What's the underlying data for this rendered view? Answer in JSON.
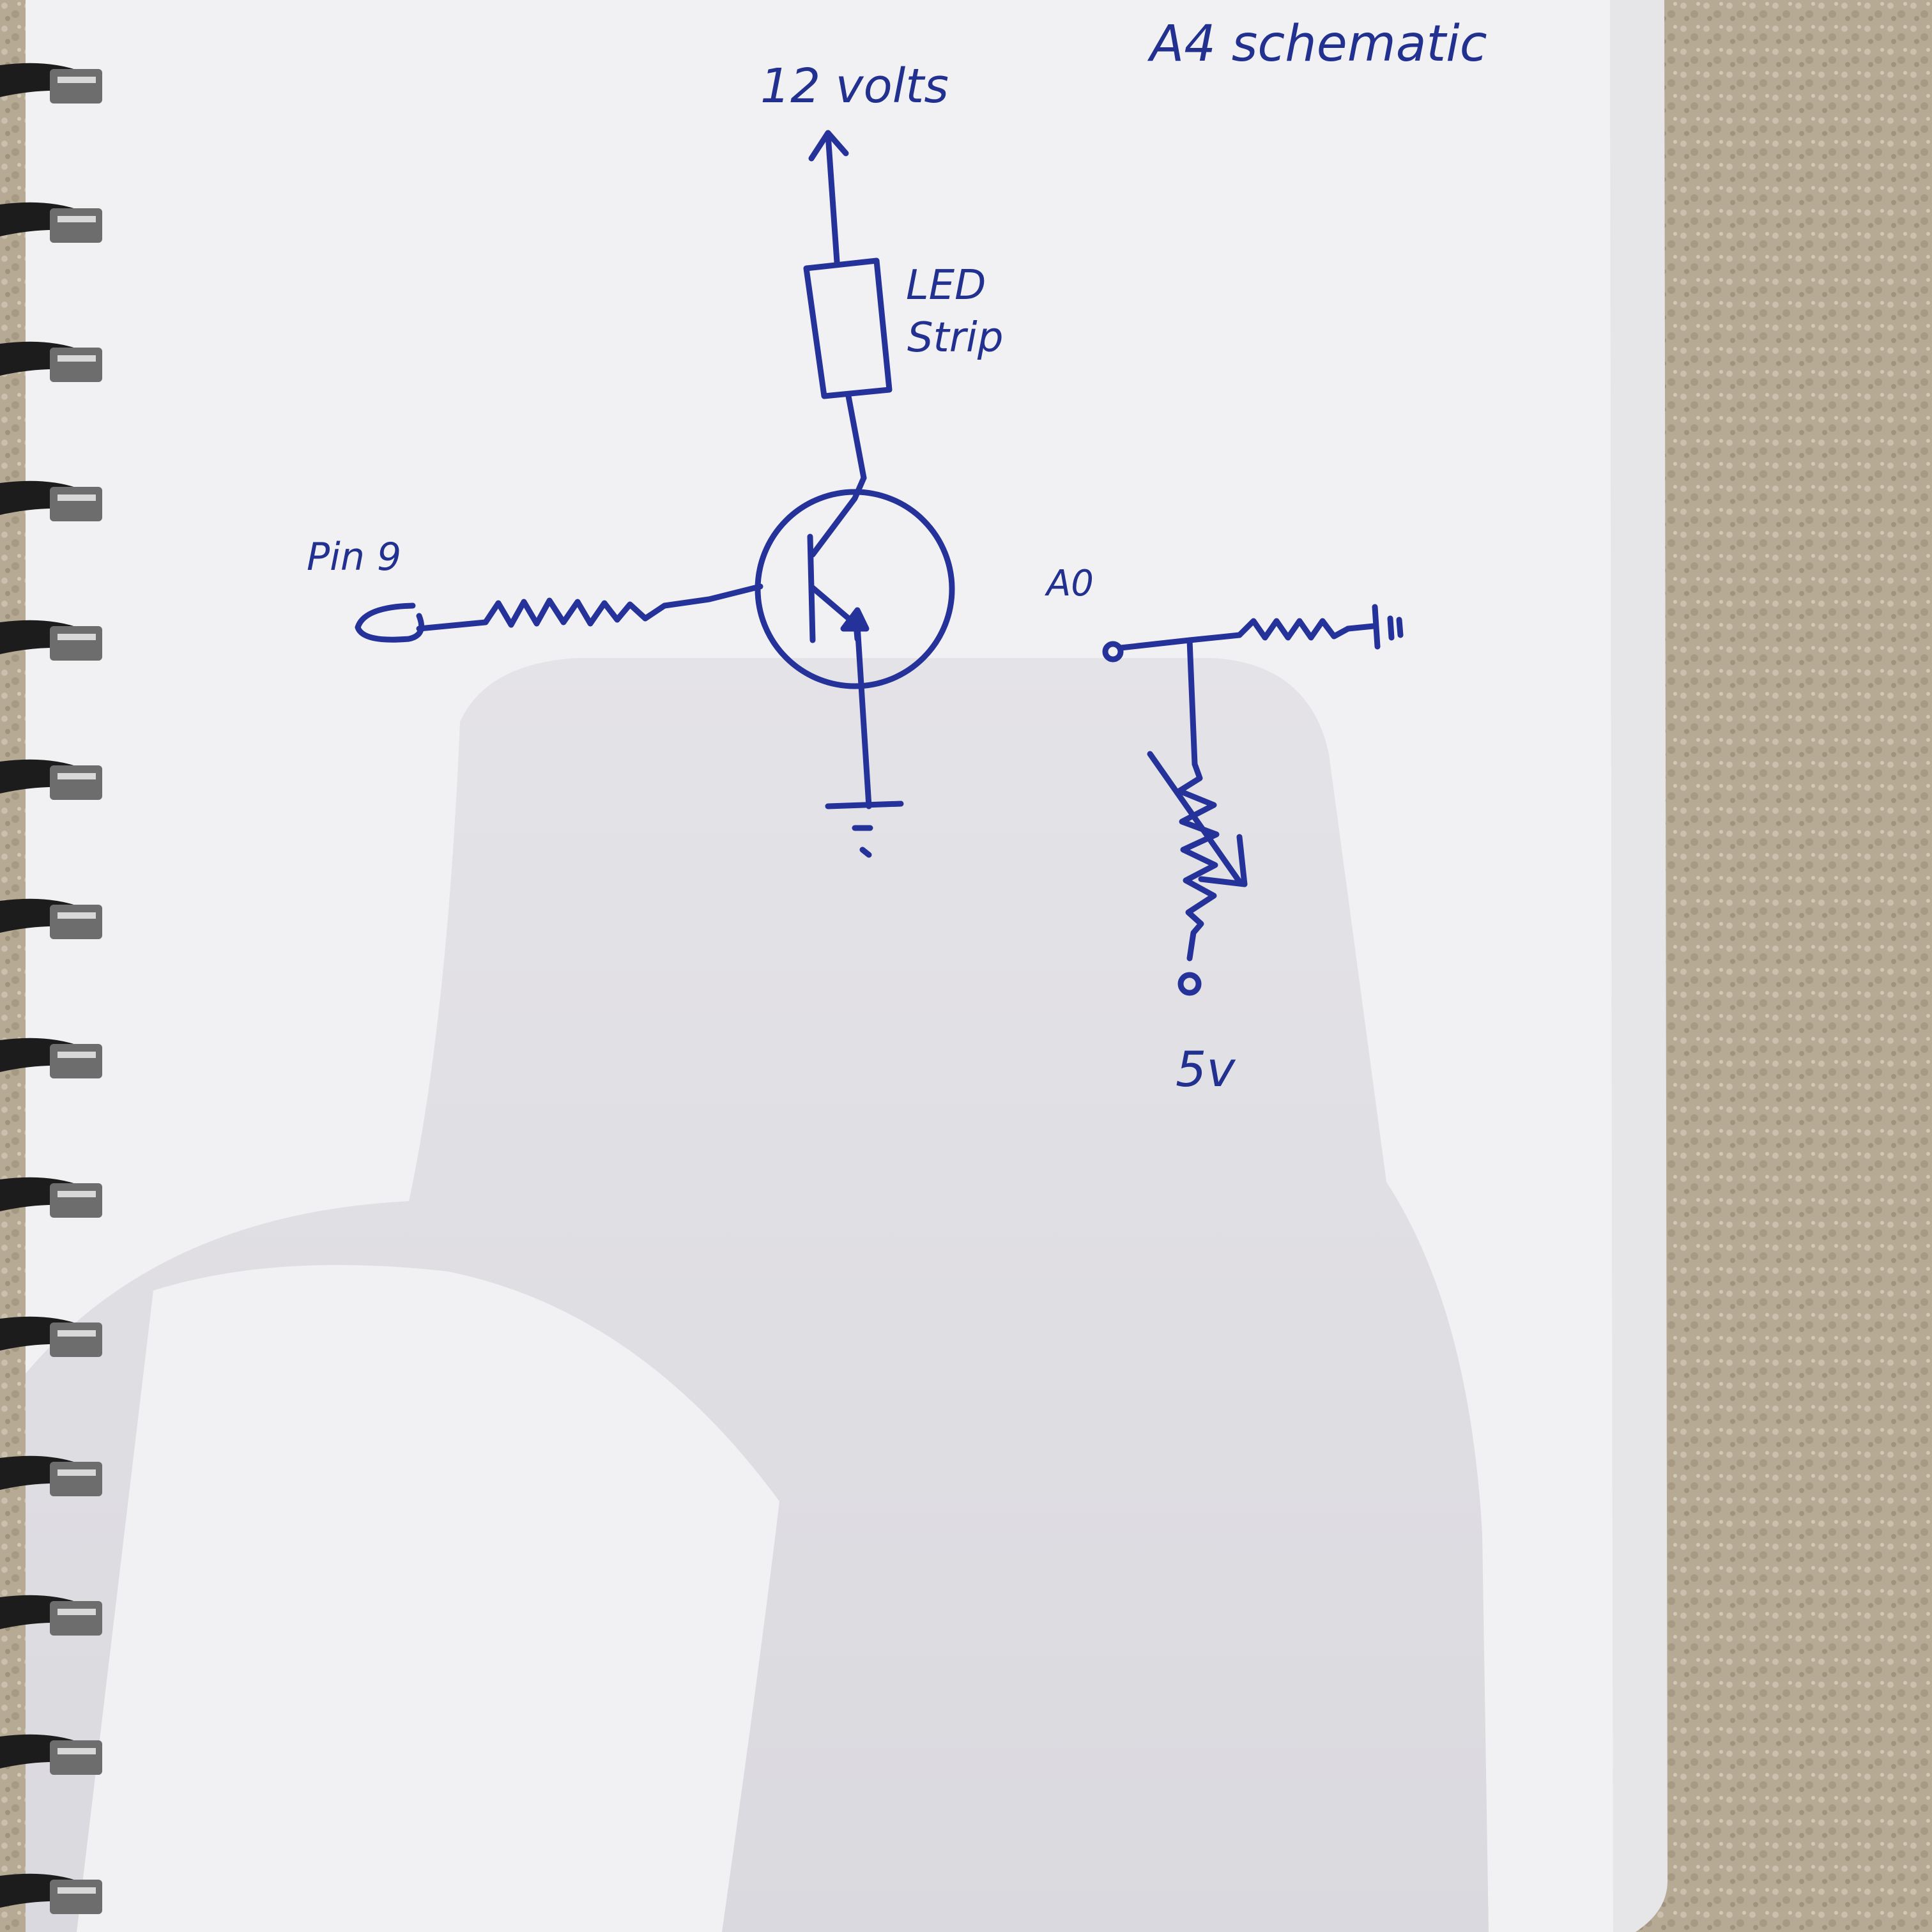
{
  "title": "A4 schematic",
  "colors": {
    "ink": "#24329a",
    "paper": "#f1f0f2",
    "carpet": "#b9ac97",
    "coil": "#1a1a1a"
  },
  "labels": {
    "supply": "12 volts",
    "led_line1": "LED",
    "led_line2": "Strip",
    "pin": "Pin 9",
    "analog_pin": "A0",
    "five_volts": "5v"
  }
}
